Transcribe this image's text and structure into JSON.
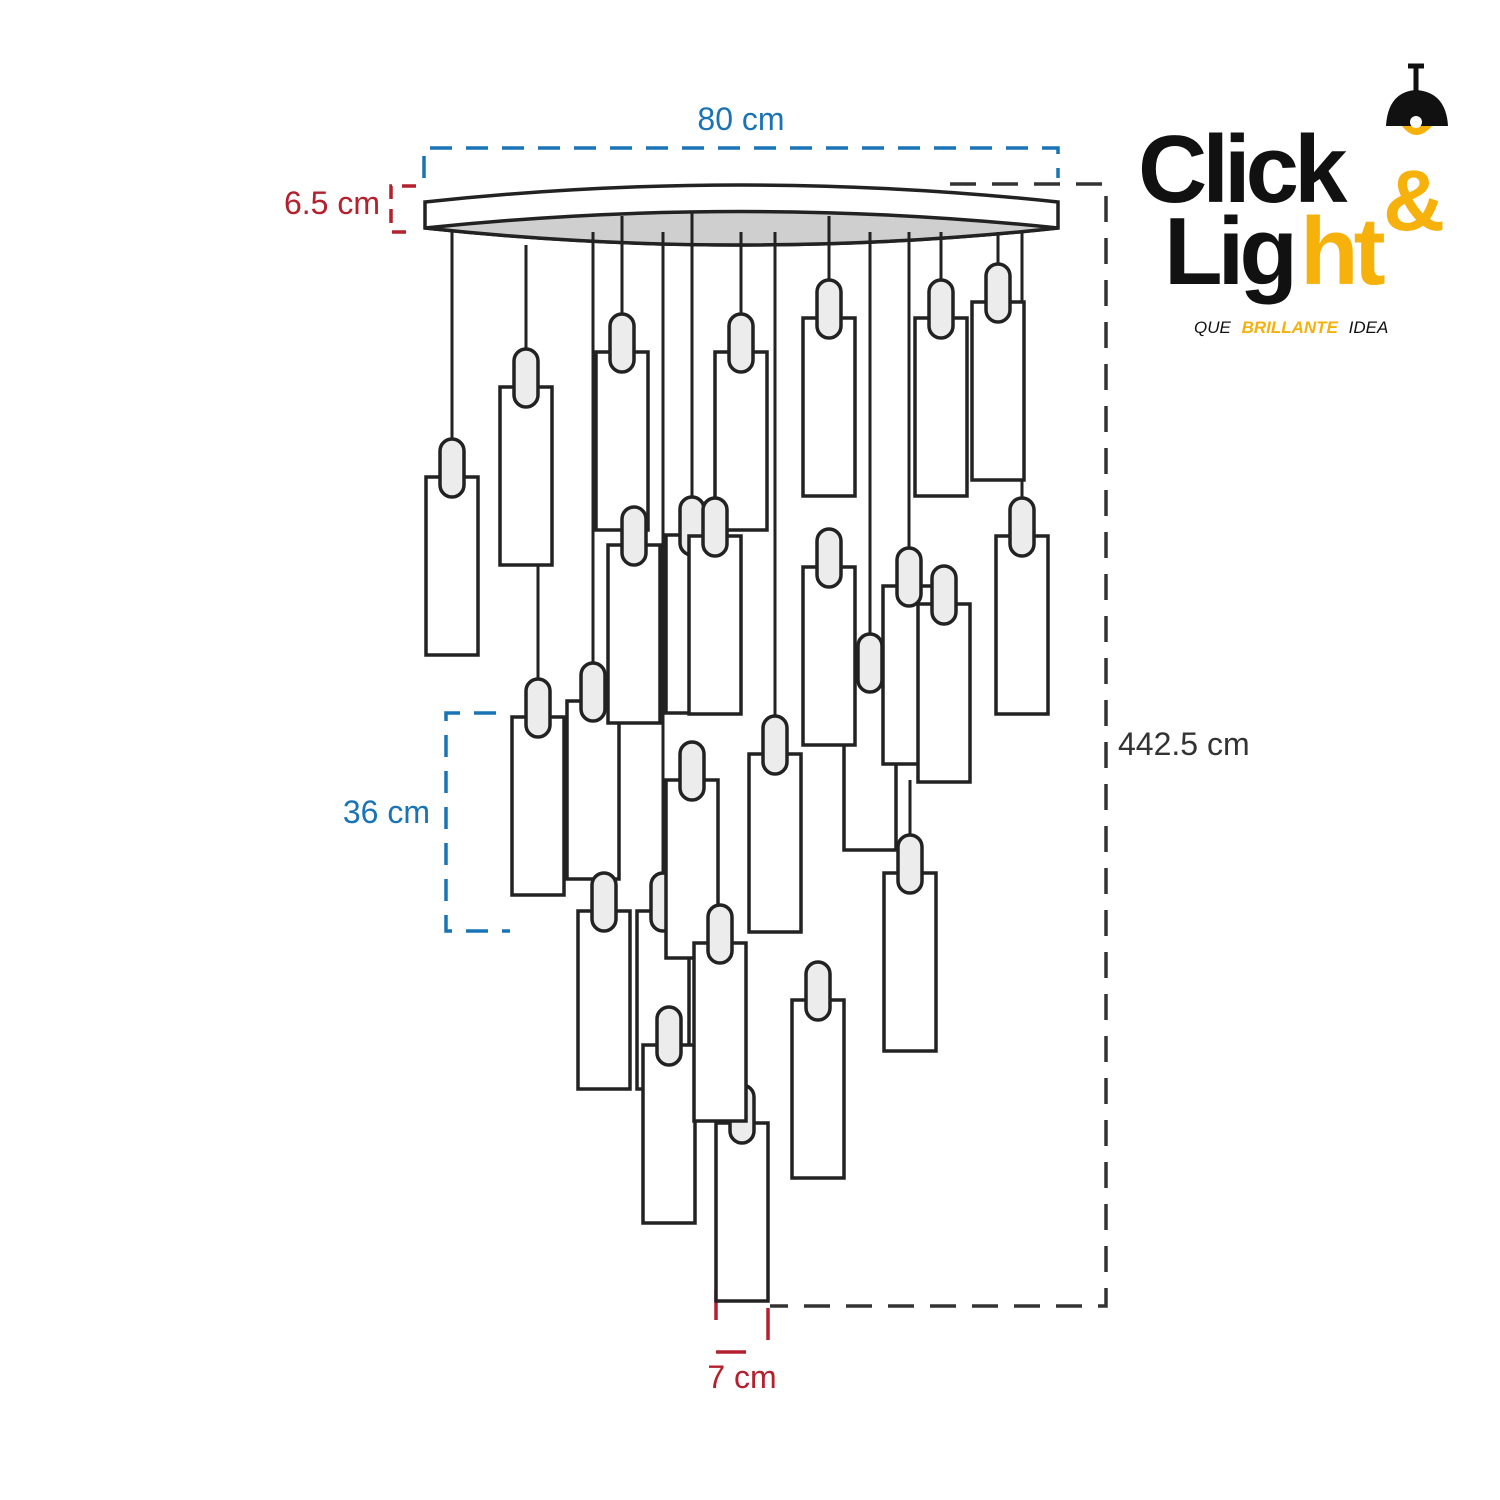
{
  "dimensions": {
    "width": "80 cm",
    "canopy_height": "6.5 cm",
    "total_height": "442.5 cm",
    "pendant_height": "36 cm",
    "pendant_width": "7 cm"
  },
  "brand": {
    "word1": "Click",
    "ampersand": "&",
    "word2_dark": "Lig",
    "word2_yellow": "ht",
    "tagline_left": "QUE",
    "tagline_strong": "BRILLANTE",
    "tagline_right": "IDEA",
    "logo_icon": "ceiling-lamp-icon"
  },
  "colors": {
    "dimension_red": "#b3202e",
    "dimension_blue": "#1a73b5",
    "dimension_dark": "#333333",
    "brand_yellow": "#f6b10b",
    "line_dark": "#222222",
    "canopy_fill": "#cfcfcf"
  },
  "pendant_count": 26
}
